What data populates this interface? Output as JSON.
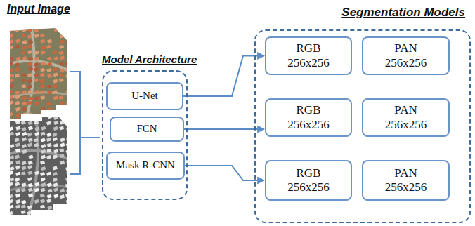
{
  "diagram": {
    "nodes": [
      {
        "text": [
          "Model Architecture"
        ]
      },
      {
        "text": [
          "U-Net"
        ],
        "in": 0
      },
      {
        "text": [
          "FCN"
        ],
        "in": 0
      },
      {
        "text": [
          "Mask R-CNN"
        ],
        "in": 0
      },
      {
        "text": [
          "Segmentation Models"
        ]
      },
      {
        "text": [
          "RGB 256x256"
        ],
        "in": 4
      },
      {
        "text": [
          "PAN 256x256"
        ],
        "in": 4
      },
      {
        "text": [
          "RGB 256x256"
        ],
        "in": 4
      },
      {
        "text": [
          "PAN 256x256"
        ],
        "in": 4
      },
      {
        "text": [
          "RGB 256x256"
        ],
        "in": 4
      },
      {
        "text": [
          "PAN 256x256"
        ],
        "in": 4
      }
    ],
    "edges": [
      {
        "from": 1,
        "to": 5,
        "arrow": "to"
      },
      {
        "from": 2,
        "to": 7,
        "arrow": "to"
      },
      {
        "from": 3,
        "to": 9,
        "arrow": "to"
      }
    ],
    "labels": [
      "Input Image"
    ]
  }
}
